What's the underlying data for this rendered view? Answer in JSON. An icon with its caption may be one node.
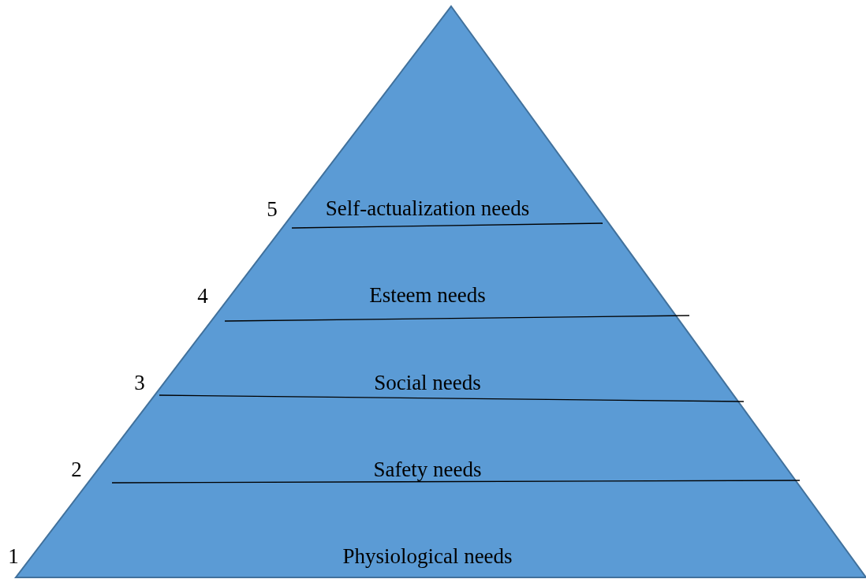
{
  "diagram": {
    "nodes": [
      {
        "text": [
          "Self-actualization needs"
        ],
        "beside": [
          "5"
        ]
      },
      {
        "text": [
          "Esteem needs"
        ],
        "beside": [
          "4"
        ]
      },
      {
        "text": [
          "Social needs"
        ],
        "beside": [
          "3"
        ]
      },
      {
        "text": [
          "Safety needs"
        ],
        "beside": [
          "2"
        ]
      },
      {
        "text": [
          "Physiological needs"
        ],
        "beside": [
          "1"
        ]
      }
    ]
  }
}
